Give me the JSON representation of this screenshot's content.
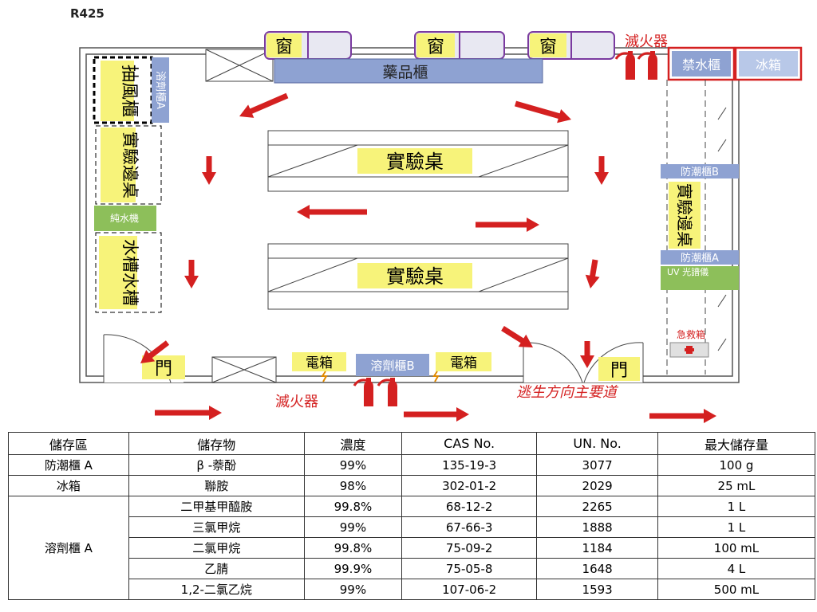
{
  "room_id": "R425",
  "plan": {
    "window_label": "窗",
    "medicine_cabinet": "藥品櫃",
    "fume_hood": "抽風櫃",
    "solvent_cabinet_a": "溶劑櫃A",
    "side_bench": "實驗邊桌",
    "water_purifier": "純水機",
    "sink": "水槽水槽",
    "lab_bench": "實驗桌",
    "fire_extinguisher": "滅火器",
    "no_water_cabinet": "禁水櫃",
    "refrigerator": "冰箱",
    "dry_cabinet_b": "防潮櫃B",
    "dry_cabinet_a": "防潮櫃A",
    "uv_spectrometer": "UV 光譜儀",
    "first_aid_box": "急救箱",
    "door": "門",
    "electric_box": "電箱",
    "solvent_cabinet_b": "溶劑櫃B",
    "escape_route": "逃生方向主要道",
    "accent_red": "#d42020",
    "bench_blue": "#8ea2d2",
    "label_yellow": "#f7f37a",
    "device_green": "#8dbf5a"
  },
  "table": {
    "headers": [
      "儲存區",
      "儲存物",
      "濃度",
      "CAS No.",
      "UN. No.",
      "最大儲存量"
    ],
    "groups": [
      {
        "area": "防潮櫃 A",
        "rows": [
          {
            "substance": "β -萘酚",
            "conc": "99%",
            "cas": "135-19-3",
            "un": "3077",
            "max": "100 g"
          }
        ]
      },
      {
        "area": "冰箱",
        "rows": [
          {
            "substance": "聯胺",
            "conc": "98%",
            "cas": "302-01-2",
            "un": "2029",
            "max": "25 mL"
          }
        ]
      },
      {
        "area": "溶劑櫃 A",
        "rows": [
          {
            "substance": "二甲基甲醯胺",
            "conc": "99.8%",
            "cas": "68-12-2",
            "un": "2265",
            "max": "1 L"
          },
          {
            "substance": "三氯甲烷",
            "conc": "99%",
            "cas": "67-66-3",
            "un": "1888",
            "max": "1 L"
          },
          {
            "substance": "二氯甲烷",
            "conc": "99.8%",
            "cas": "75-09-2",
            "un": "1184",
            "max": "100 mL"
          },
          {
            "substance": "乙腈",
            "conc": "99.9%",
            "cas": "75-05-8",
            "un": "1648",
            "max": "4 L"
          },
          {
            "substance": "1,2-二氯乙烷",
            "conc": "99%",
            "cas": "107-06-2",
            "un": "1593",
            "max": "500 mL"
          }
        ]
      }
    ]
  }
}
